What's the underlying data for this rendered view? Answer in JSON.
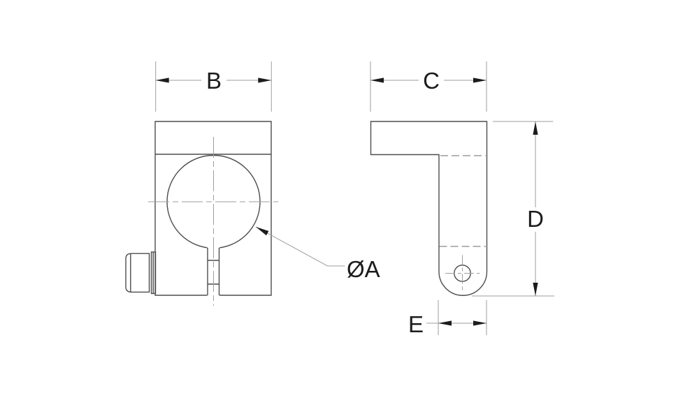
{
  "colors": {
    "background": "#ffffff",
    "outline": "#4d4d4d",
    "dim": "#9e9e9e",
    "hidden": "#878787",
    "arrow": "#1c1c1c",
    "text": "#1c1c1c"
  },
  "labels": {
    "b": "B",
    "c": "C",
    "d": "D",
    "e": "E",
    "bore": "ØA"
  }
}
